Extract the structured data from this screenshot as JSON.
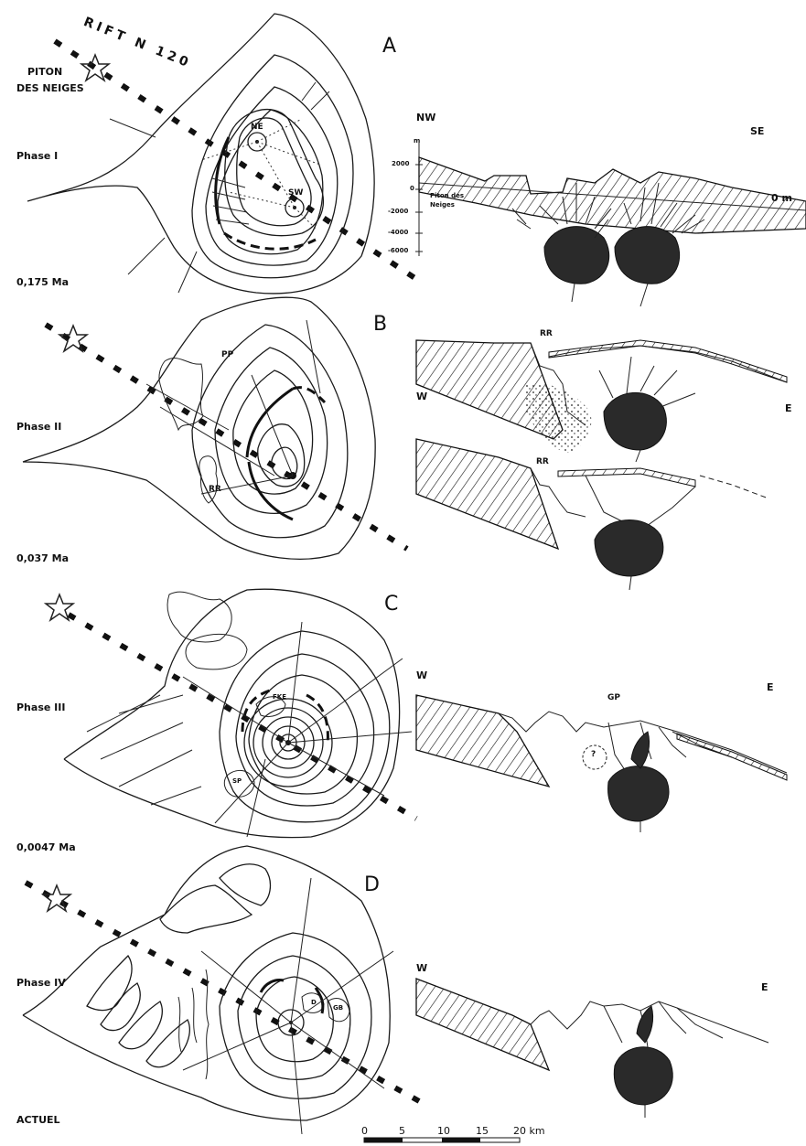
{
  "panels": {
    "A": {
      "letter": "A",
      "phase": "Phase I",
      "age": "0,175 Ma",
      "rift": "RIFT N 120",
      "peak_line1": "PITON",
      "peak_line2": "DES NEIGES",
      "vent_ne": "NE",
      "vent_sw": "SW",
      "section_left": "NW",
      "section_right": "SE",
      "axis_2000": "2000",
      "axis_0": "0",
      "axis_m2000": "-2000",
      "axis_m4000": "-4000",
      "axis_m6000": "-6000",
      "axis_m": "m",
      "section_peak1": "Piton des",
      "section_peak2": "Neiges",
      "sea_level": "0 m"
    },
    "B": {
      "letter": "B",
      "phase": "Phase II",
      "age": "0,037 Ma",
      "pp": "PP",
      "rr_map": "RR",
      "section_left": "W",
      "section_right": "E",
      "rr_top": "RR",
      "rr_bottom": "RR"
    },
    "C": {
      "letter": "C",
      "phase": "Phase III",
      "age": "0,0047 Ma",
      "fk": "FKE",
      "sp": "SP",
      "section_left": "W",
      "section_right": "E",
      "gp": "GP",
      "q": "?"
    },
    "D": {
      "letter": "D",
      "phase": "Phase IV",
      "age": "ACTUEL",
      "d": "D",
      "gb": "GB",
      "section_left": "W",
      "section_right": "E"
    }
  },
  "scale": {
    "t0": "0",
    "t5": "5",
    "t10": "10",
    "t15": "15",
    "t20": "20 km"
  },
  "colors": {
    "ink": "#111111",
    "paper": "#ffffff"
  }
}
